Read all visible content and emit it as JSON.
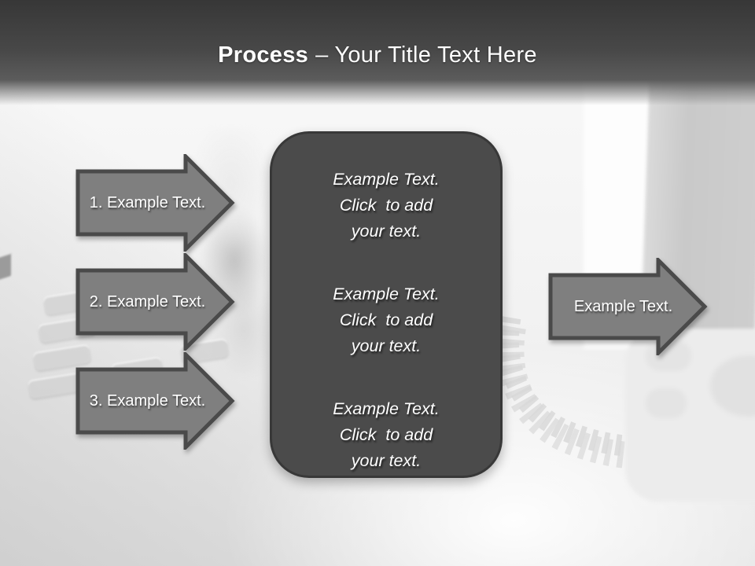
{
  "title": {
    "bold": "Process",
    "rest": "– Your Title Text Here"
  },
  "steps": [
    {
      "label": "1. Example Text."
    },
    {
      "label": "2. Example Text."
    },
    {
      "label": "3. Example Text."
    }
  ],
  "output_arrow": {
    "label": "Example Text."
  },
  "center_box": {
    "paragraphs": [
      {
        "lines": [
          "Example Text.",
          "Click  to add",
          "your text."
        ]
      },
      {
        "lines": [
          "Example Text.",
          "Click  to add",
          "your text."
        ]
      },
      {
        "lines": [
          "Example Text.",
          "Click  to add",
          "your text."
        ]
      }
    ]
  },
  "colors": {
    "header_top": "#373737",
    "header_bottom": "#5c5c5c",
    "arrow_fill": "#7f7f7f",
    "arrow_stroke": "#4a4a4a",
    "box_fill": "#4b4b4b",
    "box_border": "#383838",
    "text": "#ffffff"
  }
}
